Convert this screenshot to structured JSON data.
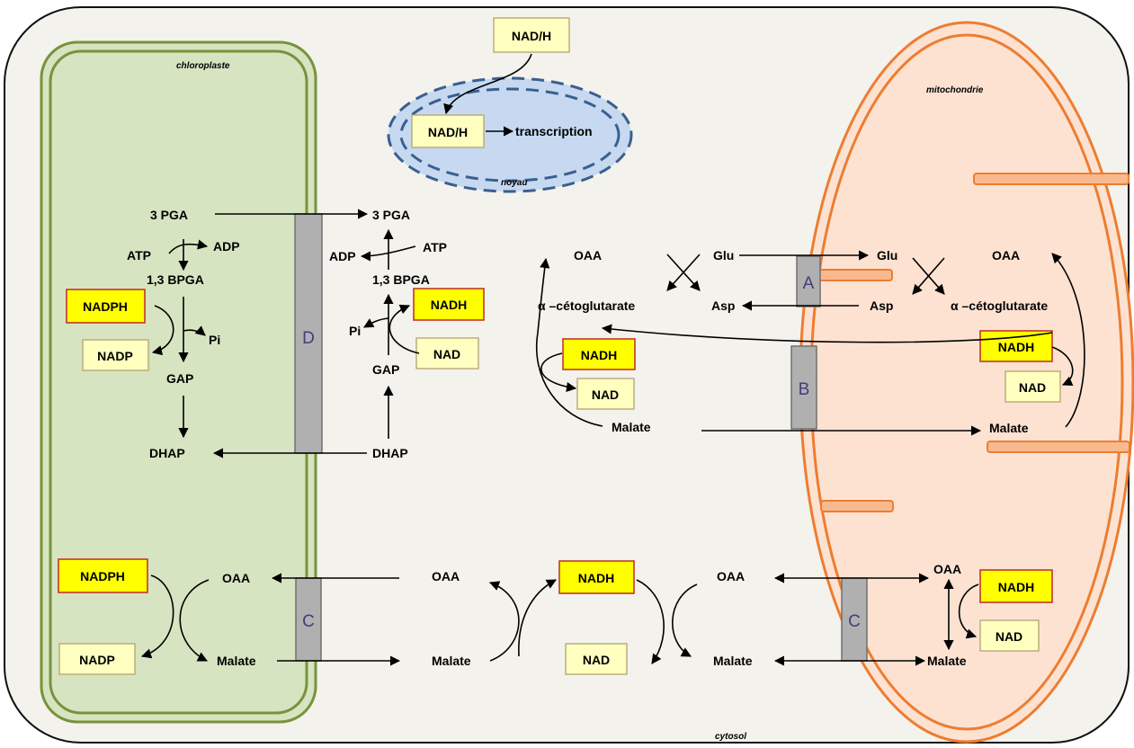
{
  "compartments": {
    "cytosol": "cytosol",
    "chloroplast": "chloroplaste",
    "mitochondrion": "mitochondrie",
    "nucleus": "noyau"
  },
  "transporters": {
    "a": "A",
    "b": "B",
    "c1": "C",
    "c2": "C",
    "d": "D"
  },
  "nucleus": {
    "nadh_outside": "NAD/H",
    "nadh_inside": "NAD/H",
    "transcription": "transcription"
  },
  "chloroplast": {
    "pga": "3 PGA",
    "atp": "ATP",
    "adp": "ADP",
    "bpga": "1,3 BPGA",
    "nadph": "NADPH",
    "nadp": "NADP",
    "pi": "Pi",
    "gap": "GAP",
    "dhap": "DHAP",
    "nadph2": "NADPH",
    "nadp2": "NADP",
    "oaa": "OAA",
    "malate": "Malate"
  },
  "cytosol": {
    "pga": "3 PGA",
    "atp": "ATP",
    "adp": "ADP",
    "bpga": "1,3 BPGA",
    "nadh": "NADH",
    "nad": "NAD",
    "pi": "Pi",
    "gap": "GAP",
    "dhap": "DHAP",
    "oaa_left": "OAA",
    "akg": "α –cétoglutarate",
    "glu": "Glu",
    "asp": "Asp",
    "nadh2": "NADH",
    "nad2": "NAD",
    "malate_mid": "Malate",
    "oaa_b1": "OAA",
    "malate_b1": "Malate",
    "nadh3": "NADH",
    "nad3": "NAD",
    "oaa_b2": "OAA",
    "malate_b2": "Malate"
  },
  "mitochondrion": {
    "glu": "Glu",
    "asp": "Asp",
    "oaa": "OAA",
    "akg": "α –cétoglutarate",
    "nadh": "NADH",
    "nad": "NAD",
    "malate": "Malate",
    "oaa2": "OAA",
    "nadh2": "NADH",
    "nad2": "NAD",
    "malate2": "Malate"
  },
  "colors": {
    "cell_fill": "#f4f2ec",
    "chloroplast_fill": "#d7e4c1",
    "chloroplast_stroke": "#77933c",
    "mito_fill": "#fde2d2",
    "mito_stroke": "#ed7d31",
    "nucleus_fill": "#c6d9f1",
    "nucleus_stroke": "#3a5f8f",
    "cofactor_reduced": "#ffff00",
    "cofactor_oxidized": "#ffffc0"
  }
}
